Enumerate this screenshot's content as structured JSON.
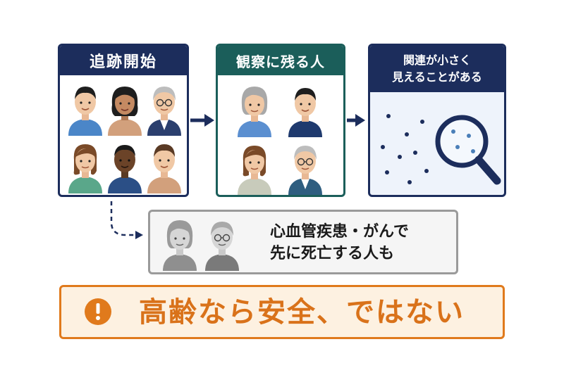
{
  "boxes": {
    "start": {
      "title": "追跡開始"
    },
    "remain": {
      "title": "観察に残る人"
    },
    "small": {
      "title_line1": "関連が小さく",
      "title_line2": "見えることがある"
    }
  },
  "note": {
    "line1": "心血管疾患・がんで",
    "line2": "先に死亡する人も"
  },
  "warning": {
    "text": "高齢なら安全、ではない",
    "icon": "exclamation-icon"
  },
  "icons": [
    "person-icon",
    "arrow-right-icon",
    "magnifier-icon",
    "dashed-arrow-icon"
  ],
  "colors": {
    "navy": "#1c2d5c",
    "teal": "#1b5e5a",
    "orange": "#e07a1c",
    "gray_border": "#9a9a9a",
    "warning_bg": "#fdf1e1"
  }
}
